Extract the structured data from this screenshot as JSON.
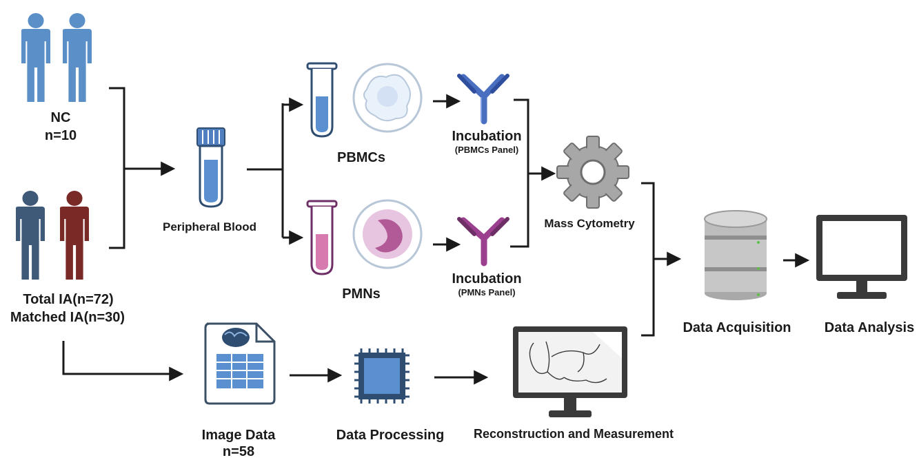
{
  "groups": {
    "nc": {
      "name": "NC",
      "count": "n=10"
    },
    "ia": {
      "total": "Total IA(n=72)",
      "matched": "Matched IA(n=30)"
    }
  },
  "sample": {
    "label": "Peripheral Blood"
  },
  "fractions": {
    "pbmc": {
      "label": "PBMCs"
    },
    "pmn": {
      "label": "PMNs"
    }
  },
  "incubation": {
    "pbmc": {
      "title": "Incubation",
      "panel": "(PBMCs Panel)"
    },
    "pmn": {
      "title": "Incubation",
      "panel": "(PMNs Panel)"
    }
  },
  "mass_cytometry": {
    "label": "Mass Cytometry"
  },
  "data_acquisition": {
    "label": "Data Acquisition"
  },
  "data_analysis": {
    "label": "Data Analysis"
  },
  "image_data": {
    "label": "Image Data",
    "count": "n=58"
  },
  "data_processing": {
    "label": "Data Processing"
  },
  "reconstruction": {
    "label": "Reconstruction and Measurement"
  },
  "colors": {
    "nc_person": "#5b8fc8",
    "ia_person_1": "#3e5a78",
    "ia_person_2": "#7a2a26",
    "tube_blue": "#4f7fbf",
    "tube_pink": "#b35a9a",
    "antibody_blue": "#4a6fc0",
    "antibody_purple": "#9b3f8f",
    "gear": "#9a9a9a",
    "database": "#b9b9b9",
    "monitor": "#3a3a3a",
    "arrow": "#1a1a1a"
  }
}
